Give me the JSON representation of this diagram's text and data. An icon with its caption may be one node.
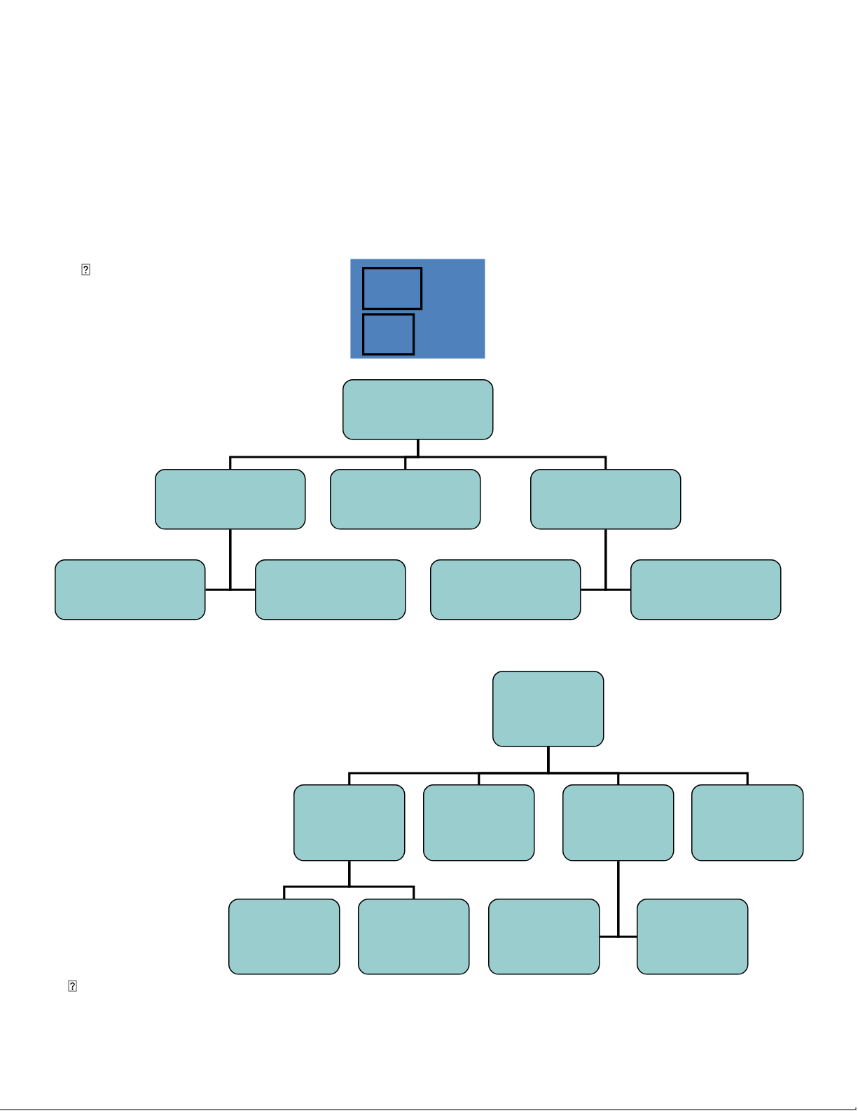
{
  "diagram": {
    "nodes": [
      {
        "text": [],
        "shape": "box"
      },
      {
        "text": [],
        "shape": "box",
        "in": 0
      },
      {
        "text": [],
        "shape": "box",
        "in": 0
      },
      {
        "text": [],
        "shape": "box"
      },
      {
        "text": [],
        "shape": "box"
      },
      {
        "text": [],
        "shape": "box"
      },
      {
        "text": [],
        "shape": "box"
      },
      {
        "text": [],
        "shape": "box"
      },
      {
        "text": [],
        "shape": "box"
      },
      {
        "text": [],
        "shape": "box"
      },
      {
        "text": [],
        "shape": "box"
      },
      {
        "text": [],
        "shape": "box"
      },
      {
        "text": [],
        "shape": "box"
      },
      {
        "text": [],
        "shape": "box"
      },
      {
        "text": [],
        "shape": "box"
      },
      {
        "text": [],
        "shape": "box"
      },
      {
        "text": [],
        "shape": "box"
      },
      {
        "text": [],
        "shape": "box"
      },
      {
        "text": [],
        "shape": "box"
      },
      {
        "text": [],
        "shape": "box"
      }
    ],
    "edges": [
      {
        "from": 3,
        "to": 4,
        "arrow": "none"
      },
      {
        "from": 3,
        "to": 5,
        "arrow": "none"
      },
      {
        "from": 3,
        "to": 6,
        "arrow": "none"
      },
      {
        "from": 4,
        "to": 7,
        "arrow": "none"
      },
      {
        "from": 4,
        "to": 8,
        "arrow": "none"
      },
      {
        "from": 6,
        "to": 9,
        "arrow": "none"
      },
      {
        "from": 6,
        "to": 10,
        "arrow": "none"
      },
      {
        "from": 11,
        "to": 12,
        "arrow": "none"
      },
      {
        "from": 11,
        "to": 13,
        "arrow": "none"
      },
      {
        "from": 11,
        "to": 14,
        "arrow": "none"
      },
      {
        "from": 11,
        "to": 15,
        "arrow": "none"
      },
      {
        "from": 12,
        "to": 16,
        "arrow": "none"
      },
      {
        "from": 12,
        "to": 17,
        "arrow": "none"
      },
      {
        "from": 14,
        "to": 18,
        "arrow": "none"
      },
      {
        "from": 14,
        "to": 19,
        "arrow": "none"
      }
    ]
  }
}
